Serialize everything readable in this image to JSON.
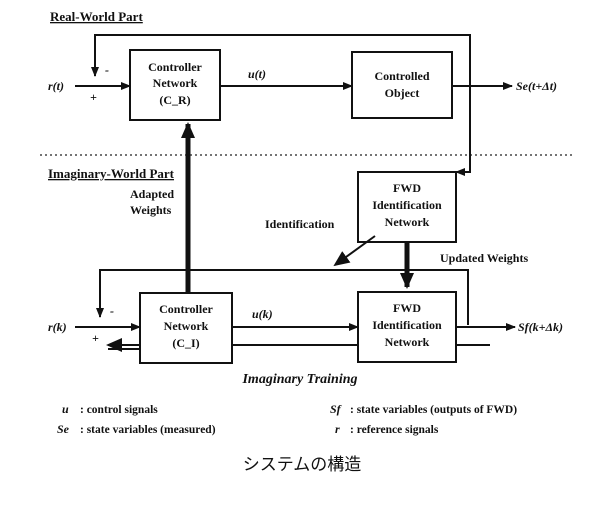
{
  "sections": {
    "real_world": "Real-World Part",
    "imaginary_world": "Imaginary-World Part"
  },
  "blocks": {
    "controller_real": [
      "Controller",
      "Network",
      "(C_R)"
    ],
    "controlled_object": [
      "Controlled",
      "Object"
    ],
    "fwd_identification_top": [
      "FWD",
      "Identification",
      "Network"
    ],
    "controller_imag": [
      "Controller",
      "Network",
      "(C_I)"
    ],
    "fwd_identification_bottom": [
      "FWD",
      "Identification",
      "Network"
    ]
  },
  "signals": {
    "r_t": "r(t)",
    "u_t": "u(t)",
    "se_out": "Se(t+Δt)",
    "r_k": "r(k)",
    "u_k": "u(k)",
    "sf_out": "Sf(k+Δk)",
    "minus": "-",
    "plus": "+"
  },
  "labels": {
    "adapted_weights": [
      "Adapted",
      "Weights"
    ],
    "identification": "Identification",
    "updated_weights": "Updated Weights",
    "imaginary_training": "Imaginary Training"
  },
  "legend": [
    {
      "symbol": "u",
      "text": ": control signals"
    },
    {
      "symbol": "Sf",
      "text": ": state variables (outputs of FWD)"
    },
    {
      "symbol": "Se",
      "text": ": state variables (measured)"
    },
    {
      "symbol": "r",
      "text": ": reference signals"
    }
  ],
  "caption": "システムの構造"
}
